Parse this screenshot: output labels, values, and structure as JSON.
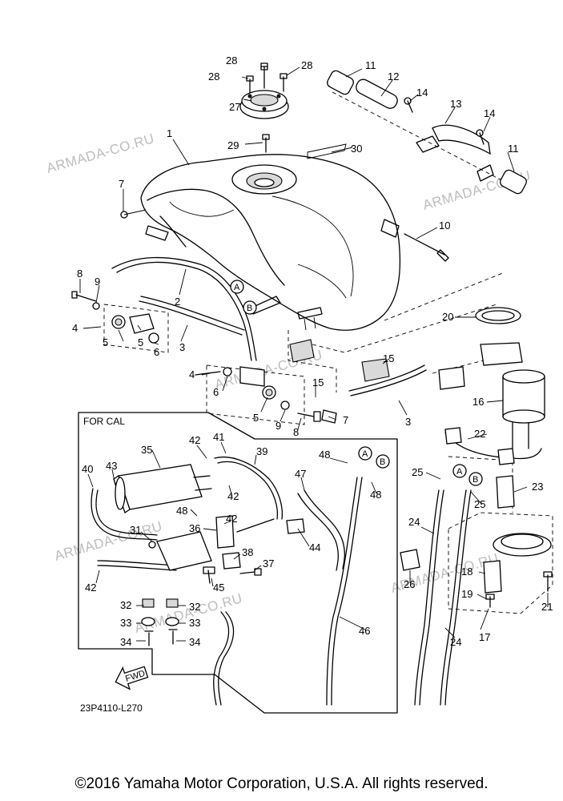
{
  "diagram": {
    "section_label": "FOR CAL",
    "drawing_code": "23P4110-L270",
    "fwd_badge": "FWD",
    "circle_markers": [
      "A",
      "B"
    ],
    "watermark": "ARMADA-CO.RU",
    "callouts": [
      "1",
      "2",
      "3",
      "4",
      "5",
      "6",
      "7",
      "8",
      "9",
      "10",
      "11",
      "12",
      "13",
      "14",
      "15",
      "16",
      "17",
      "18",
      "19",
      "20",
      "21",
      "22",
      "23",
      "24",
      "25",
      "26",
      "27",
      "28",
      "29",
      "30",
      "31",
      "32",
      "33",
      "34",
      "35",
      "36",
      "37",
      "38",
      "39",
      "40",
      "41",
      "42",
      "43",
      "44",
      "45",
      "46",
      "47",
      "48"
    ]
  },
  "footer": {
    "copyright": "©2016 Yamaha Motor Corporation, U.S.A. All rights reserved."
  }
}
